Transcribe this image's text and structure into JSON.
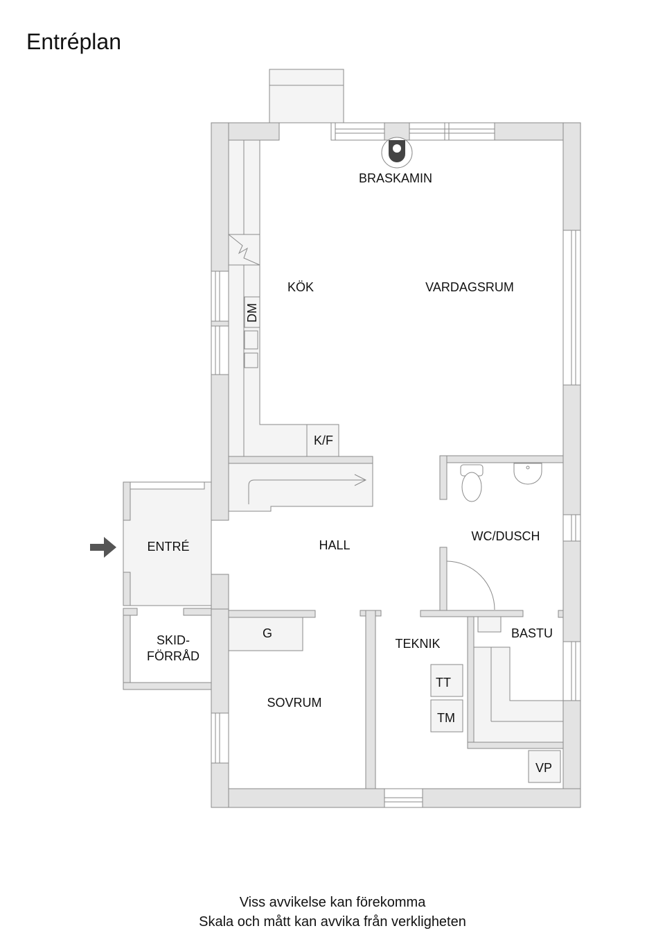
{
  "title": "Entréplan",
  "rooms": {
    "braskamin": "BRASKAMIN",
    "kok": "KÖK",
    "vardagsrum": "VARDAGSRUM",
    "dm": "DM",
    "kf": "K/F",
    "hall": "HALL",
    "entre": "ENTRÉ",
    "wc_dusch": "WC/DUSCH",
    "skid_line1": "SKID-",
    "skid_line2": "FÖRRÅD",
    "g": "G",
    "teknik": "TEKNIK",
    "bastu": "BASTU",
    "sovrum": "SOVRUM",
    "tt": "TT",
    "tm": "TM",
    "vp": "VP"
  },
  "entrance_arrow": "entrance-arrow",
  "footer": {
    "line1": "Viss avvikelse kan förekomma",
    "line2": "Skala och mått kan avvika från verkligheten"
  },
  "colors": {
    "wall_fill": "#e3e3e3",
    "wall_stroke": "#8a8a8a",
    "fixture_fill": "#f4f4f4",
    "arrow": "#555555"
  }
}
